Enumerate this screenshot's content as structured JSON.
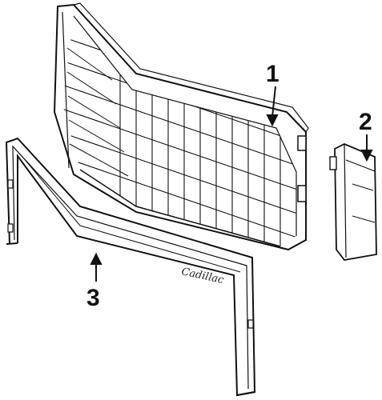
{
  "diagram": {
    "parts": [
      {
        "number": "1",
        "part": "grille"
      },
      {
        "number": "2",
        "part": "side-bracket"
      },
      {
        "number": "3",
        "part": "grille-frame"
      }
    ],
    "emblem_text": "Cadillac"
  }
}
